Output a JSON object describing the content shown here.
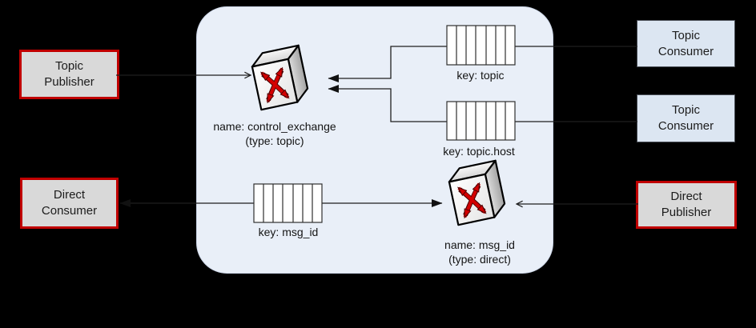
{
  "colors": {
    "background": "#000000",
    "broker_fill": "#e9eff8",
    "broker_edge": "#ccd6e8",
    "red_accent": "#c00000",
    "gray_box_fill": "#d9d9d9",
    "blue_box_fill": "#dce6f2",
    "queue_fill": "#ffffff",
    "line": "#1f1f1f",
    "arrow_red": "#d40000"
  },
  "boxes": {
    "topic_publisher": {
      "lines": [
        "Topic",
        "Publisher"
      ]
    },
    "direct_consumer": {
      "lines": [
        "Direct",
        "Consumer"
      ]
    },
    "topic_consumer_1": {
      "lines": [
        "Topic",
        "Consumer"
      ]
    },
    "topic_consumer_2": {
      "lines": [
        "Topic",
        "Consumer"
      ]
    },
    "direct_publisher": {
      "lines": [
        "Direct",
        "Publisher"
      ]
    }
  },
  "exchanges": {
    "control": {
      "name_label": "name: control_exchange",
      "type_label": "(type: topic)",
      "icon": "switch-exchange-icon"
    },
    "direct": {
      "name_label": "name: msg_id",
      "type_label": "(type: direct)",
      "icon": "switch-exchange-icon"
    }
  },
  "queues": {
    "topic": {
      "label": "key: topic",
      "cells": 7
    },
    "topic_host": {
      "label": "key: topic.host",
      "cells": 7
    },
    "msg_id": {
      "label": "key: msg_id",
      "cells": 7
    }
  },
  "connections": [
    {
      "from": "topic_publisher",
      "to": "control_exchange",
      "arrow": "open"
    },
    {
      "from": "queue_topic",
      "to": "control_exchange",
      "arrow": "filled"
    },
    {
      "from": "queue_topic_host",
      "to": "control_exchange",
      "arrow": "filled"
    },
    {
      "from": "queue_topic",
      "to": "topic_consumer_1",
      "arrow": "none"
    },
    {
      "from": "queue_topic_host",
      "to": "topic_consumer_2",
      "arrow": "none"
    },
    {
      "from": "queue_msg_id",
      "to": "direct_consumer",
      "arrow": "filled"
    },
    {
      "from": "queue_msg_id",
      "to": "msg_id_exchange",
      "arrow": "filled"
    },
    {
      "from": "direct_publisher",
      "to": "msg_id_exchange",
      "arrow": "open"
    }
  ]
}
